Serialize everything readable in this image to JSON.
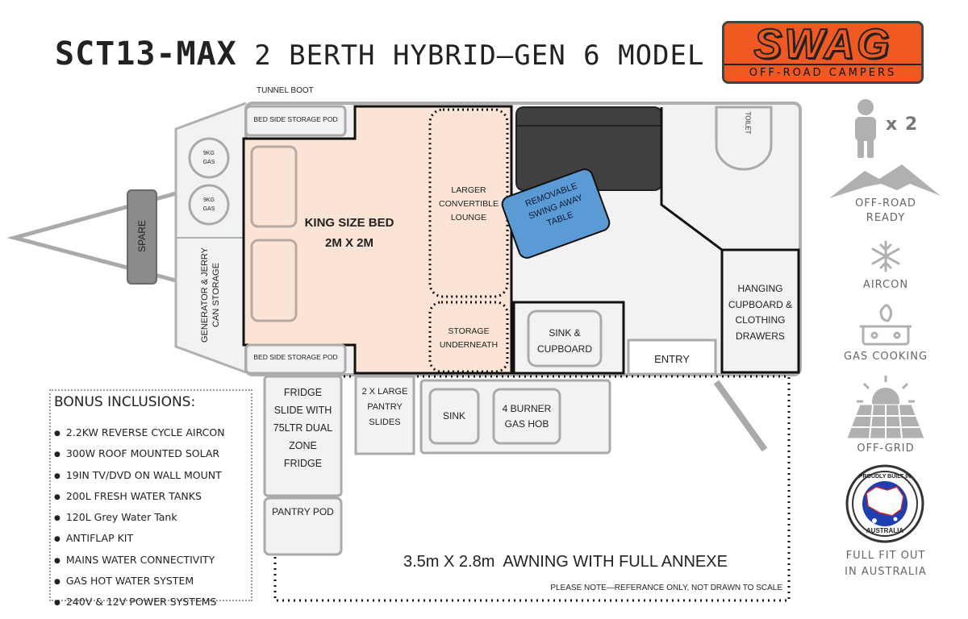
{
  "title": {
    "model": "SCT13-MAX",
    "rest": "2 BERTH HYBRID—GEN 6 MODEL"
  },
  "logo": {
    "brand": "SWAG",
    "tagline": "OFF-ROAD CAMPERS"
  },
  "floorplan": {
    "tunnel_boot": "TUNNEL BOOT",
    "bed_pod_top": "BED SIDE STORAGE POD",
    "bed_pod_bottom": "BED SIDE STORAGE POD",
    "gas_top": [
      "9KG",
      "GAS"
    ],
    "gas_bottom": [
      "9KG",
      "GAS"
    ],
    "spare": "SPARE",
    "generator": [
      "GENERATOR & JERRY",
      "CAN STORAGE"
    ],
    "bed": [
      "KING SIZE BED",
      "2M X 2M"
    ],
    "lounge": [
      "LARGER",
      "CONVERTIBLE",
      "LOUNGE"
    ],
    "storage": [
      "STORAGE",
      "UNDERNEATH"
    ],
    "table": [
      "REMOVABLE",
      "SWING AWAY",
      "TABLE"
    ],
    "toilet": "TOILET",
    "sink_cupboard": [
      "SINK &",
      "CUPBOARD"
    ],
    "entry": "ENTRY",
    "hanging": [
      "HANGING",
      "CUPBOARD &",
      "CLOTHING",
      "DRAWERS"
    ],
    "fridge": [
      "FRIDGE",
      "SLIDE WITH",
      "75LTR DUAL",
      "ZONE",
      "FRIDGE"
    ],
    "pantry_slides": [
      "2 X LARGE",
      "PANTRY",
      "SLIDES"
    ],
    "outdoor_sink": "SINK",
    "gas_hob": [
      "4 BURNER",
      "GAS HOB"
    ],
    "pantry_pod": "PANTRY POD",
    "awning": "3.5m X 2.8m  AWNING WITH FULL ANNEXE",
    "note": "PLEASE NOTE—REFERANCE ONLY, NOT DRAWN TO SCALE"
  },
  "bonus": {
    "title": "BONUS INCLUSIONS:",
    "items": [
      "2.2KW REVERSE CYCLE AIRCON",
      "300W ROOF MOUNTED SOLAR",
      "19IN  TV/DVD ON WALL MOUNT",
      "200L FRESH WATER TANKS",
      "120L Grey Water Tank",
      "ANTIFLAP KIT",
      "MAINS WATER CONNECTIVITY",
      "GAS HOT WATER SYSTEM",
      "240V & 12V POWER SYSTEMS"
    ]
  },
  "features": {
    "berth": "x 2",
    "offroad": [
      "OFF-ROAD",
      "READY"
    ],
    "aircon": "AIRCON",
    "gas": "GAS COOKING",
    "offgrid": "OFF-GRID",
    "badge_top": "PROUDLY BUILT IN",
    "badge_bottom": "AUSTRALIA",
    "fitout": [
      "FULL FIT OUT",
      "IN AUSTRALIA"
    ]
  },
  "colors": {
    "bed": "#fbe3d6",
    "table": "#5b9bd5",
    "lounge_dark": "#404040",
    "logo_orange": "#f05a22",
    "outline": "#b0b0b0"
  }
}
